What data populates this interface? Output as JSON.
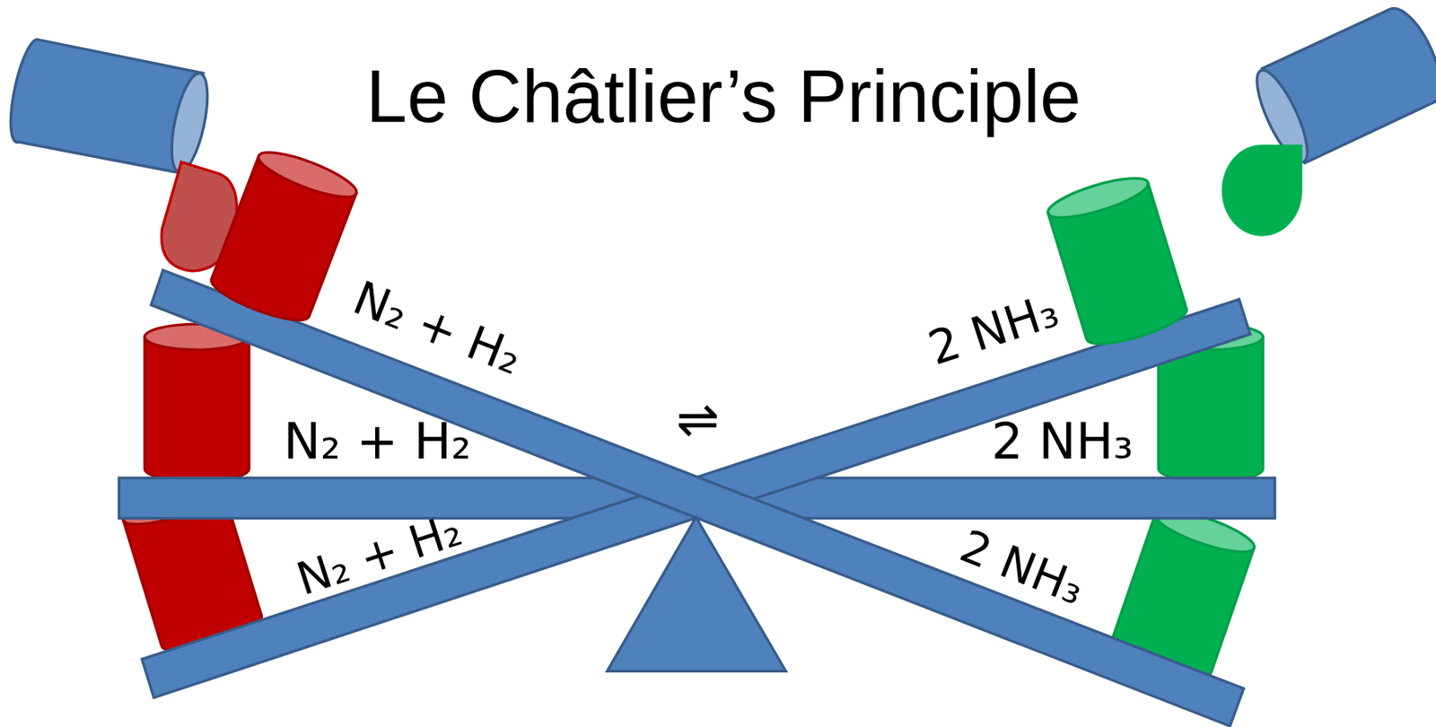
{
  "diagram": {
    "title": "Le Châtlier’s Principle",
    "labels": [
      "N₂ + H₂",
      "2 NH₃",
      "⇌",
      "N₂ + H₂",
      "2 NH₃",
      "N₂ + H₂",
      "2 NH₃"
    ]
  }
}
